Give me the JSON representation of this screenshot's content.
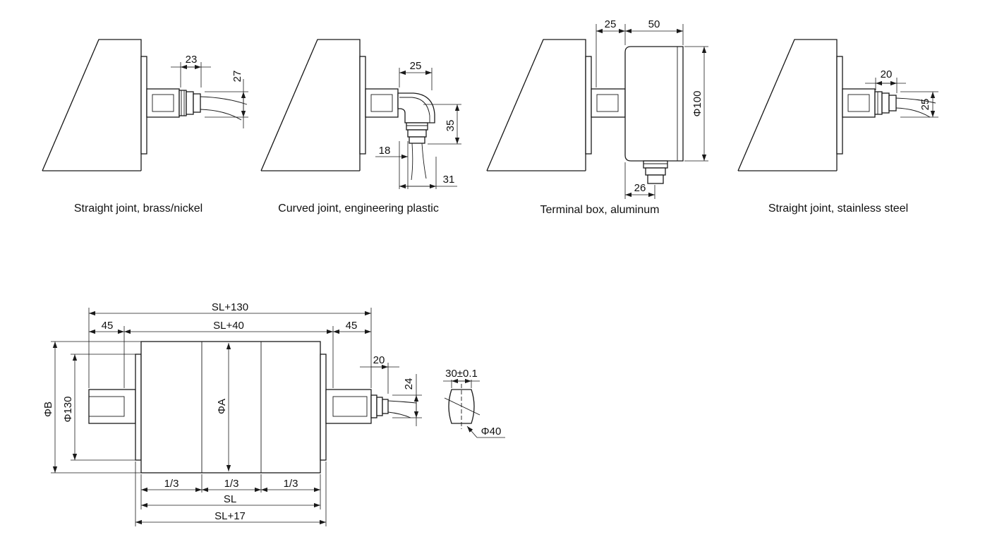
{
  "views": [
    {
      "caption": "Straight joint, brass/nickel",
      "dims": {
        "length": "23",
        "height": "27"
      }
    },
    {
      "caption": "Curved joint, engineering plastic",
      "dims": {
        "top": "25",
        "vertical": "35",
        "left": "18",
        "bottom": "31"
      }
    },
    {
      "caption": "Terminal box, aluminum",
      "dims": {
        "gap": "25",
        "width": "50",
        "diameter": "Φ100",
        "bottom": "26"
      }
    },
    {
      "caption": "Straight joint, stainless steel",
      "dims": {
        "length": "20",
        "height": "25"
      }
    }
  ],
  "main_view": {
    "overall": "SL+130",
    "inner": "SL+40",
    "left_shaft": "45",
    "right_shaft": "45",
    "joint_length": "20",
    "joint_height": "24",
    "phi_b": "ΦB",
    "phi_130": "Φ130",
    "phi_a": "ΦA",
    "thirds": [
      "1/3",
      "1/3",
      "1/3"
    ],
    "sl": "SL",
    "sl17": "SL+17"
  },
  "section": {
    "width": "30±0.1",
    "diameter": "Φ40"
  }
}
